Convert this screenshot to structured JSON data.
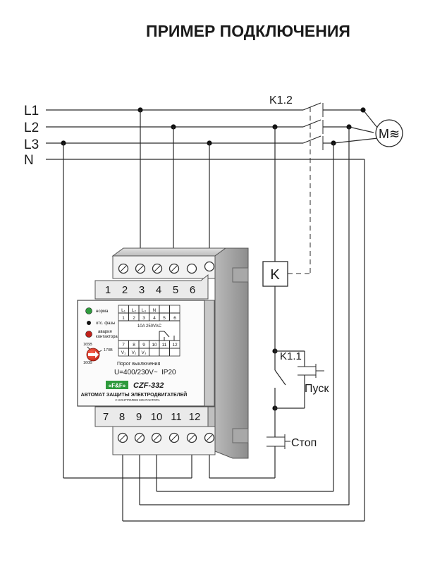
{
  "title": "ПРИМЕР ПОДКЛЮЧЕНИЯ",
  "lines": [
    "L1",
    "L2",
    "L3",
    "N"
  ],
  "motor_label": "M≋",
  "contactor": {
    "coil_label": "K",
    "main_contacts": "K1.2",
    "aux_contact": "K1.1"
  },
  "buttons": {
    "start": "Пуск",
    "stop": "Стоп"
  },
  "device": {
    "top_terminal_numbers": [
      "1",
      "2",
      "3",
      "4",
      "5",
      "6"
    ],
    "bottom_terminal_numbers": [
      "7",
      "8",
      "9",
      "10",
      "11",
      "12"
    ],
    "leds": [
      {
        "label": "норма",
        "color": "#2e9a3c"
      },
      {
        "label": "отс. фазы",
        "color": "#111111"
      },
      {
        "label_1": "авария",
        "label_2": "контактора",
        "color": "#c0201a"
      }
    ],
    "grid_top_row": [
      "L₁",
      "L₂",
      "L₃",
      "N",
      "",
      ""
    ],
    "grid_top_nums": [
      "1",
      "2",
      "3",
      "4",
      "5",
      "6"
    ],
    "rating": "10A 250VAC",
    "grid_bottom_nums": [
      "7",
      "8",
      "9",
      "10",
      "11",
      "12"
    ],
    "grid_bottom_row": [
      "V₁",
      "V₂",
      "V₃",
      "",
      "",
      ""
    ],
    "knob_min": "160В",
    "knob_left": "165В",
    "knob_right": "170В",
    "threshold_label": "Порог выключения",
    "voltage": "U=400/230V~",
    "ip_rating": "IP20",
    "brand": "«F&F»",
    "model": "CZF-332",
    "name_line": "АВТОМАТ ЗАЩИТЫ ЭЛЕКТРОДВИГАТЕЛЕЙ",
    "sub_line": "С КОНТРОЛЕМ КОНТАКТОРА"
  }
}
